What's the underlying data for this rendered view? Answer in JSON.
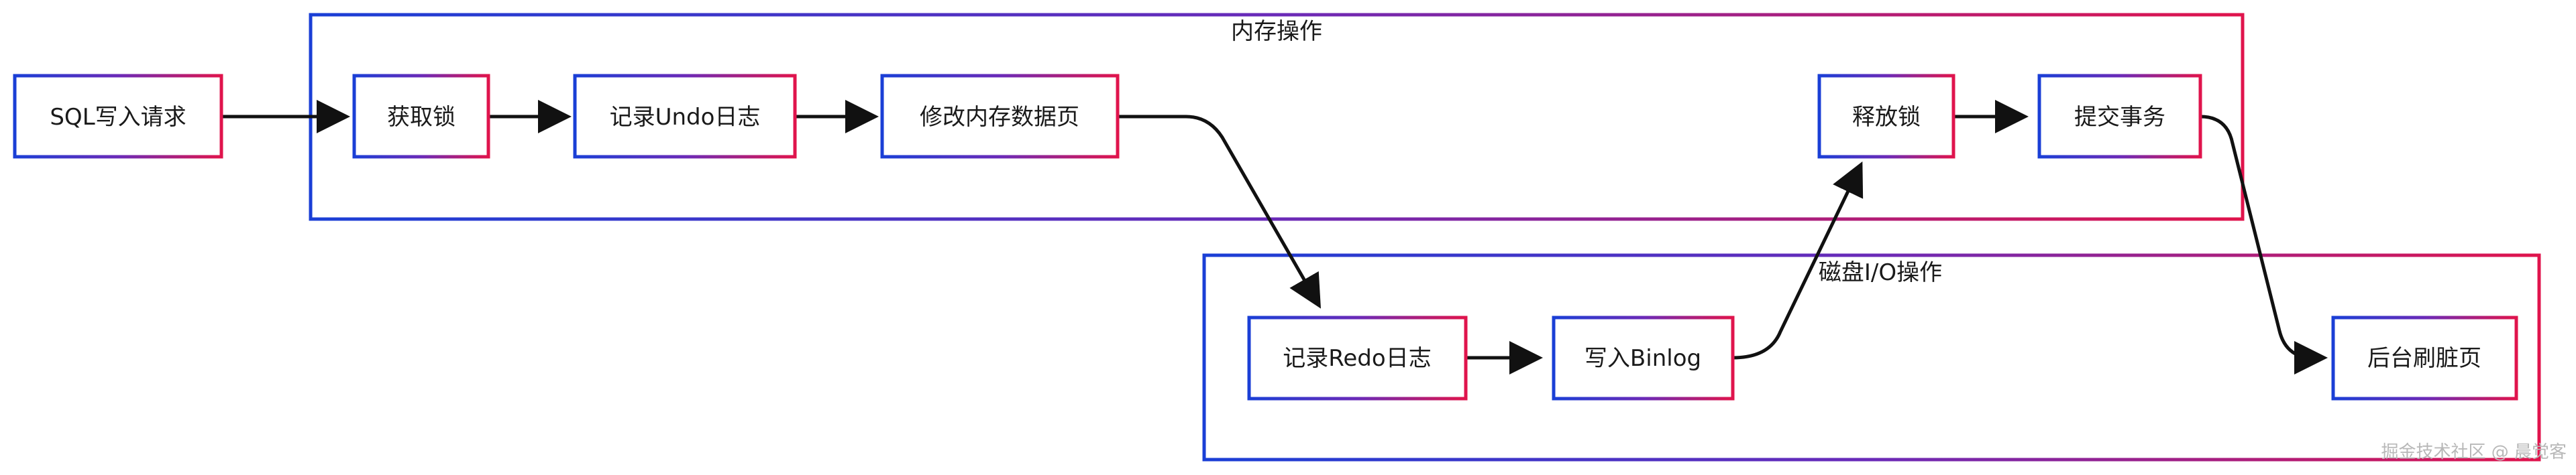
{
  "colors": {
    "gradient_start": "#1a3fd6",
    "gradient_mid": "#6a2ab8",
    "gradient_end": "#e0144c",
    "edge": "#111111",
    "text": "#1a1a1a",
    "watermark": "#b8b8b8"
  },
  "groups": {
    "memory": {
      "label": "内存操作"
    },
    "disk": {
      "label": "磁盘I/O操作"
    }
  },
  "nodes": {
    "sql_request": {
      "label": "SQL写入请求"
    },
    "acquire_lock": {
      "label": "获取锁"
    },
    "record_undo": {
      "label": "记录Undo日志"
    },
    "modify_page": {
      "label": "修改内存数据页"
    },
    "release_lock": {
      "label": "释放锁"
    },
    "commit": {
      "label": "提交事务"
    },
    "record_redo": {
      "label": "记录Redo日志"
    },
    "write_binlog": {
      "label": "写入Binlog"
    },
    "flush_dirty": {
      "label": "后台刷脏页"
    }
  },
  "watermark": "掘金技术社区 @ 晨觉客"
}
